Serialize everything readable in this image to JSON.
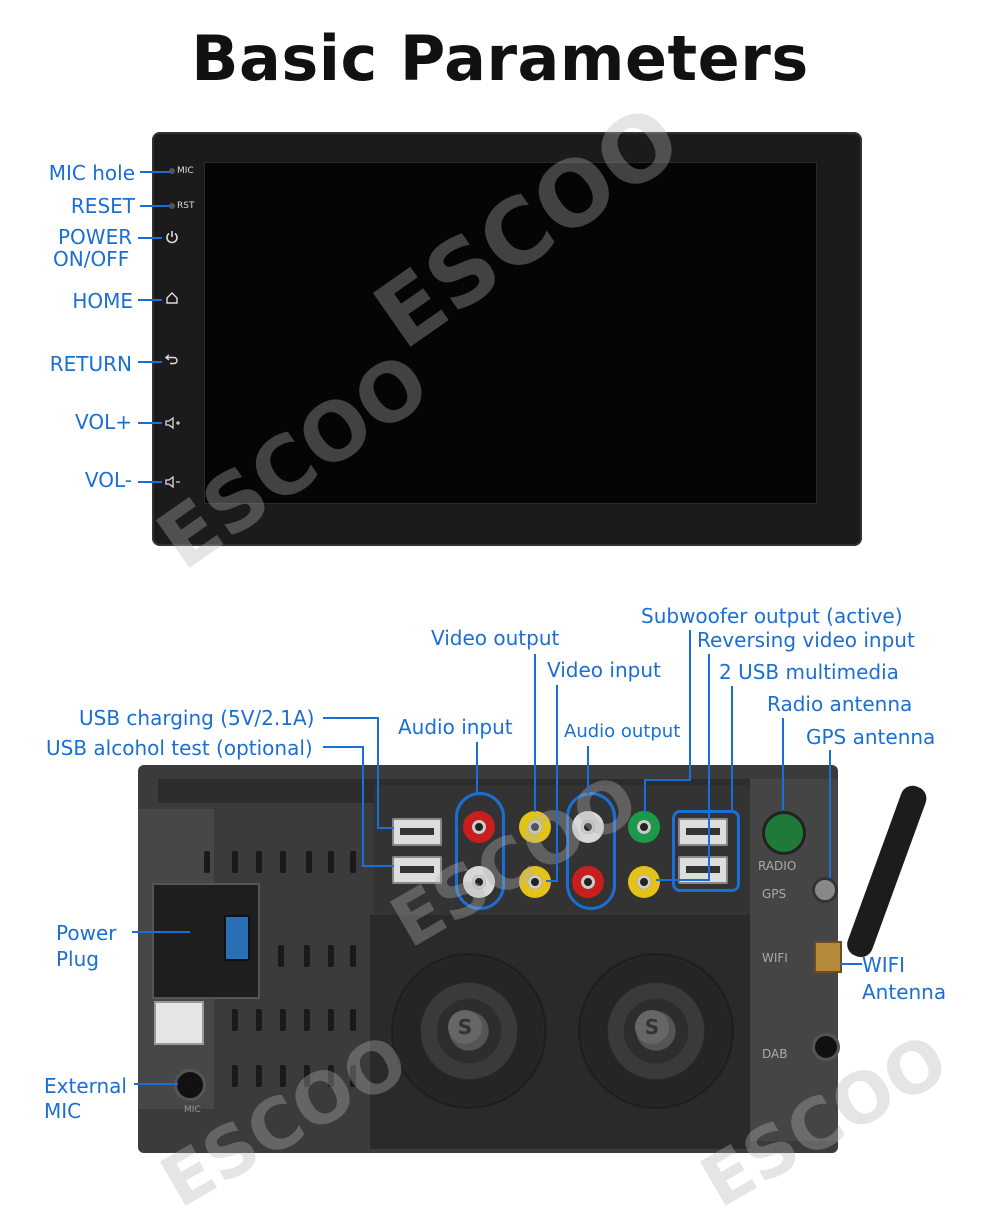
{
  "title": "Basic Parameters",
  "front_labels": {
    "mic_hole": "MIC hole",
    "reset": "RESET",
    "power_line1": "POWER",
    "power_line2": "ON/OFF",
    "home": "HOME",
    "return": "RETURN",
    "vol_up": "VOL+",
    "vol_down": "VOL-"
  },
  "front_tiny": {
    "mic": "MIC",
    "rst": "RST"
  },
  "rear_labels": {
    "subwoofer": "Subwoofer output (active)",
    "video_output": "Video output",
    "reversing": "Reversing video input",
    "video_input": "Video input",
    "usb_multimedia": "2 USB multimedia",
    "radio_antenna": "Radio antenna",
    "usb_charging": "USB charging (5V/2.1A)",
    "audio_input": "Audio input",
    "audio_output": "Audio output",
    "gps_antenna": "GPS antenna",
    "usb_alcohol": "USB alcohol test (optional)",
    "power_plug_line1": "Power",
    "power_plug_line2": "Plug",
    "wifi_line1": "WIFI",
    "wifi_line2": "Antenna",
    "ext_mic_line1": "External",
    "ext_mic_line2": "MIC"
  },
  "rear_tiny": {
    "radio": "RADIO",
    "gps": "GPS",
    "wifi": "WIFI",
    "dab": "DAB",
    "mic": "MIC"
  },
  "watermark": "ESCOO",
  "colors": {
    "label": "#1a6fd6",
    "bezel": "#1b1b1b",
    "rca_red": "#c81e1e",
    "rca_yellow": "#e3c21a",
    "rca_white": "#d8d8d8",
    "rca_green": "#1a9a4a"
  },
  "icons": {
    "power": "power-icon",
    "home": "home-icon",
    "return": "return-icon",
    "vol_up": "volume-up-icon",
    "vol_down": "volume-down-icon"
  }
}
